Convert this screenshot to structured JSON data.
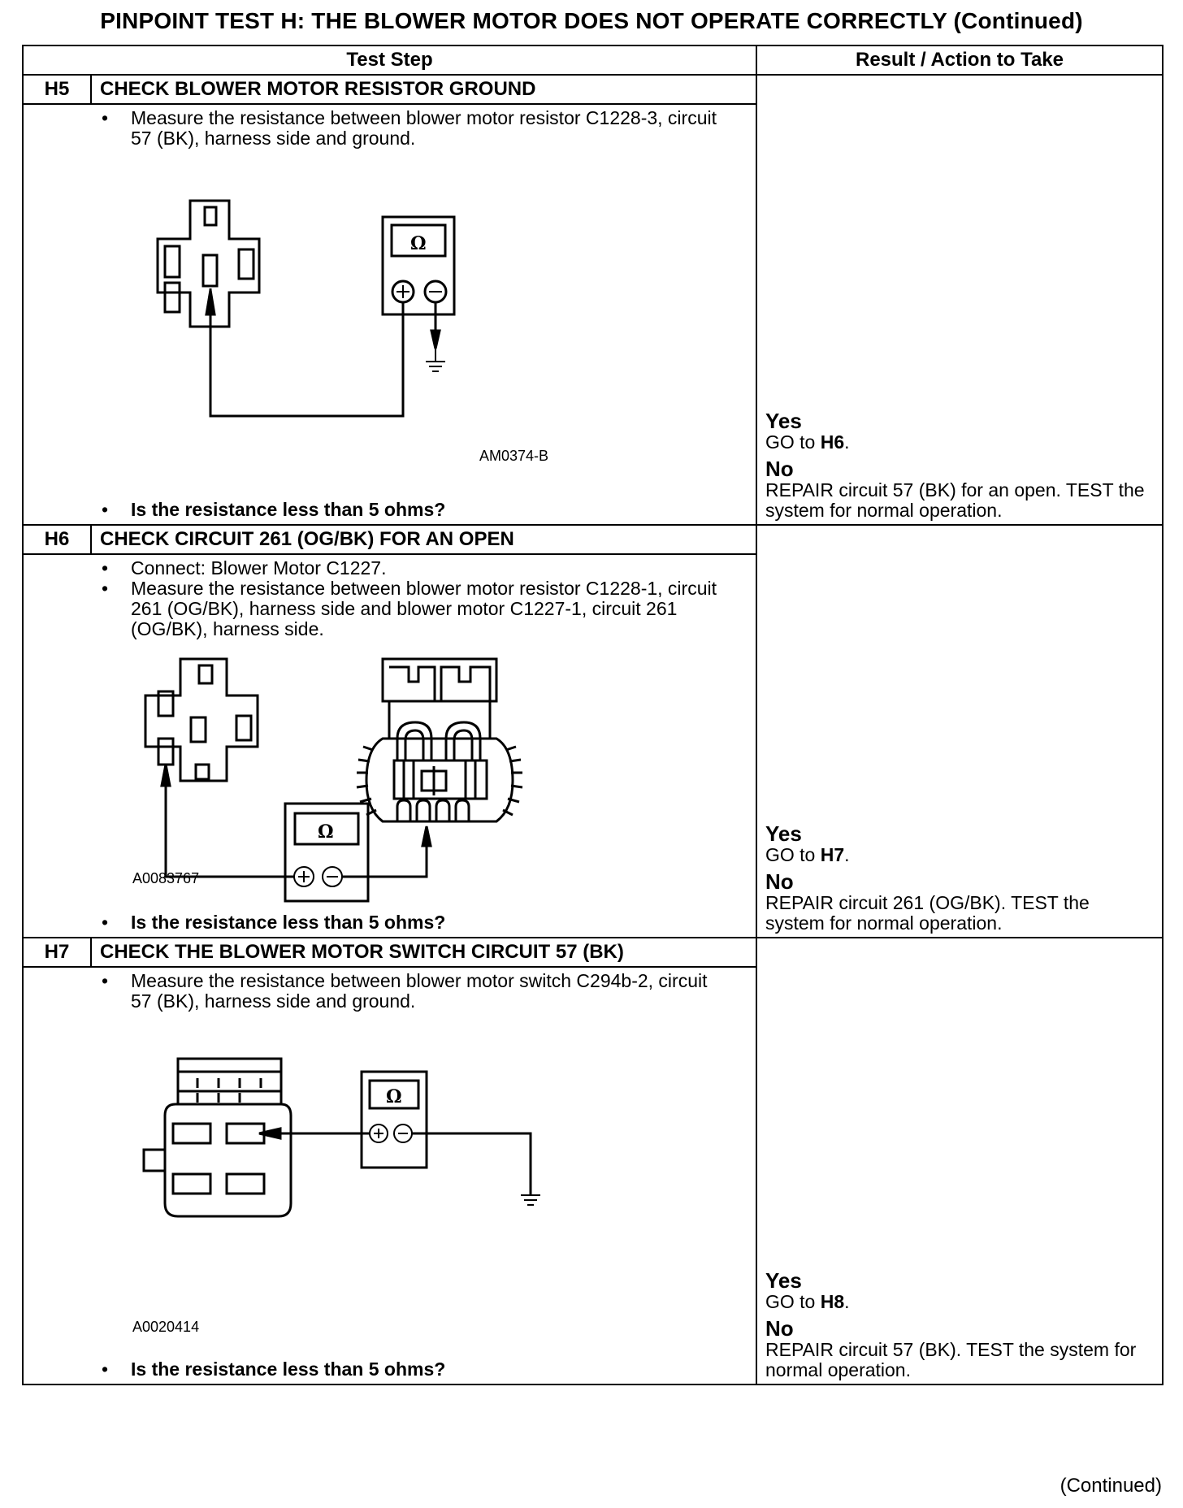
{
  "page_title": "PINPOINT TEST  H: THE BLOWER MOTOR DOES NOT OPERATE CORRECTLY (Continued)",
  "columns": {
    "test_step": "Test Step",
    "result": "Result / Action to Take"
  },
  "omega": "Ω",
  "plus": "+",
  "minus": "−",
  "steps": [
    {
      "id": "H5",
      "title": "CHECK BLOWER MOTOR RESISTOR GROUND",
      "bullets": [
        "Measure the resistance between blower motor resistor C1228-3, circuit 57 (BK), harness side and ground."
      ],
      "figure_code": "AM0374-B",
      "question": "Is the resistance less than 5 ohms?",
      "yes_label": "Yes",
      "yes_go": "GO to",
      "yes_target": "H6",
      "no_label": "No",
      "no_text": "REPAIR circuit 57 (BK) for an open. TEST the system for normal operation."
    },
    {
      "id": "H6",
      "title": "CHECK CIRCUIT 261 (OG/BK) FOR AN OPEN",
      "bullets": [
        "Connect: Blower Motor C1227.",
        "Measure the resistance between blower motor resistor C1228-1, circuit 261 (OG/BK), harness side and blower motor C1227-1, circuit 261 (OG/BK), harness side."
      ],
      "figure_code": "A0083767",
      "question": "Is the resistance less than 5 ohms?",
      "yes_label": "Yes",
      "yes_go": "GO to",
      "yes_target": "H7",
      "no_label": "No",
      "no_text": "REPAIR circuit 261 (OG/BK). TEST the system for normal operation."
    },
    {
      "id": "H7",
      "title": "CHECK THE BLOWER MOTOR SWITCH CIRCUIT 57 (BK)",
      "bullets": [
        "Measure the resistance between blower motor switch C294b-2, circuit 57 (BK), harness side and ground."
      ],
      "figure_code": "A0020414",
      "question": "Is the resistance less than 5 ohms?",
      "yes_label": "Yes",
      "yes_go": "GO to",
      "yes_target": "H8",
      "no_label": "No",
      "no_text": "REPAIR circuit 57 (BK). TEST the system for normal operation."
    }
  ],
  "footer": "(Continued)"
}
